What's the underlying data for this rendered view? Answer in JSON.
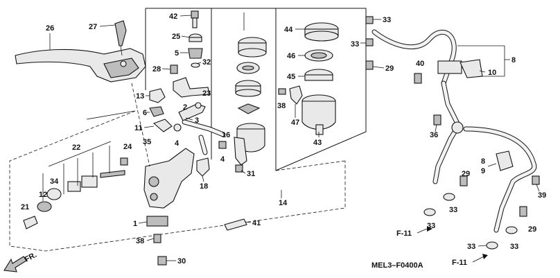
{
  "diagram": {
    "code": "MEL3–F0400A",
    "direction_label": "FR.",
    "references": [
      "F-11",
      "F-11"
    ],
    "callouts": {
      "c42": "42",
      "c25": "25",
      "c5": "5",
      "c32": "32",
      "c28": "28",
      "c23": "23",
      "c13": "13",
      "c2": "2",
      "c3": "3",
      "c6": "6",
      "c11": "11",
      "c4a": "4",
      "c16": "16",
      "c35": "35",
      "c4b": "4",
      "c24": "24",
      "c22": "22",
      "c34": "34",
      "c12": "12",
      "c21": "21",
      "c18": "18",
      "c31": "31",
      "c14": "14",
      "c1": "1",
      "c38a": "38",
      "c30": "30",
      "c41": "41",
      "c26": "26",
      "c27": "27",
      "c44": "44",
      "c46": "46",
      "c45": "45",
      "c38b": "38",
      "c47": "47",
      "c43": "43",
      "c33a": "33",
      "c33b": "33",
      "c29a": "29",
      "c40": "40",
      "c8a": "8",
      "c10": "10",
      "c36": "36",
      "c29b": "29",
      "c8b": "8",
      "c9": "9",
      "c33c": "33",
      "c39": "39",
      "c33d": "33",
      "c29c": "29",
      "c33e": "33",
      "c33f": "33"
    }
  }
}
